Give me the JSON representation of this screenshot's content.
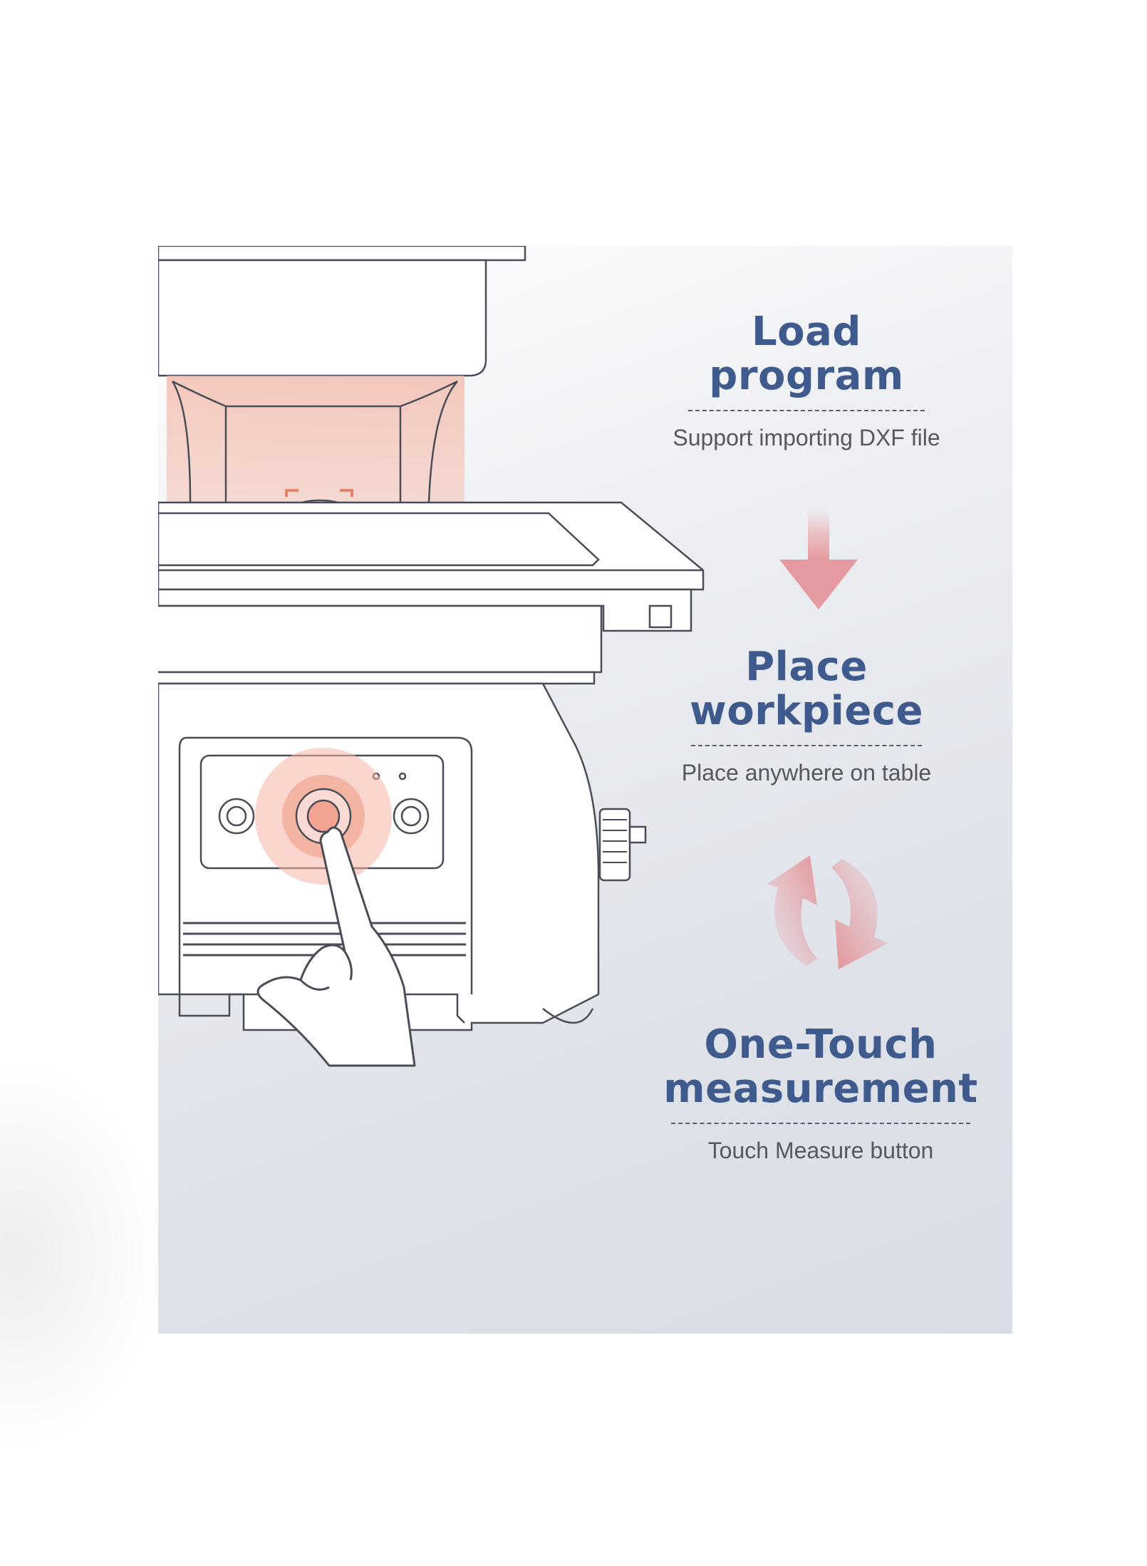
{
  "steps": [
    {
      "title_line1": "Load",
      "title_line2": "program",
      "description": "Support importing DXF file"
    },
    {
      "title_line1": "Place",
      "title_line2": "workpiece",
      "description": "Place anywhere on table"
    },
    {
      "title_line1": "One-Touch",
      "title_line2": "measurement",
      "description": "Touch Measure button"
    }
  ],
  "colors": {
    "heading": "#3f5a8c",
    "description": "#55585f",
    "accent": "#e79b9b",
    "panel_bg": "#dfe2e9"
  },
  "icons": {
    "step_arrow": "arrow-down-icon",
    "cycle": "refresh-cycle-icon",
    "machine": "measuring-machine-illustration",
    "hand": "pointing-hand-icon"
  }
}
